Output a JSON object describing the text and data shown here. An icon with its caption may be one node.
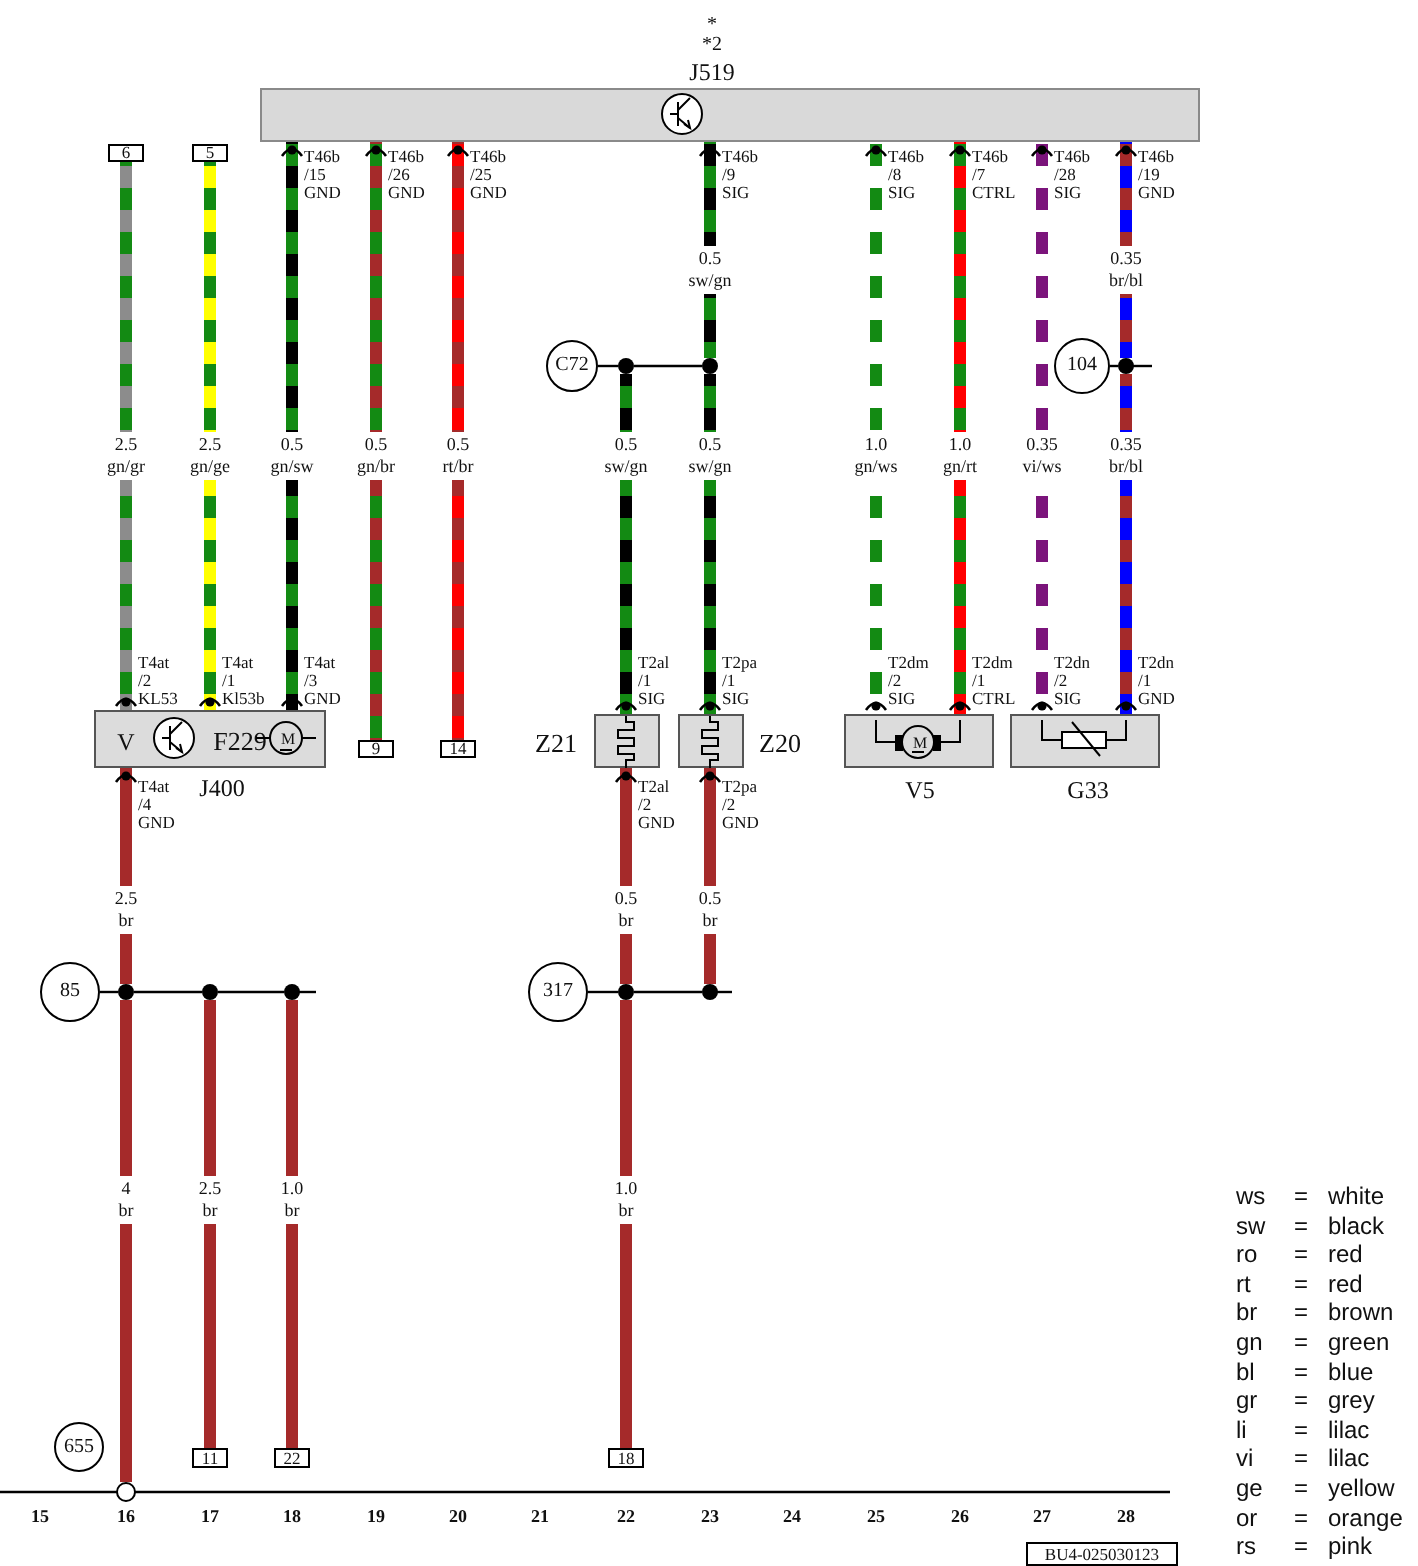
{
  "diagram": {
    "nodes": [
      {
        "text": [
          "*",
          "*2",
          "J519"
        ],
        "beside": [
          "T46b /15 GND",
          "T46b /26 GND",
          "T46b /25 GND",
          "T46b /9 SIG",
          "T46b /8 SIG",
          "T46b /7 CTRL",
          "T46b /28 SIG",
          "T46b /19 GND"
        ]
      },
      {
        "text": [
          "6"
        ]
      },
      {
        "text": [
          "5"
        ]
      },
      {
        "text": [
          "V",
          "F229",
          "M",
          "J400"
        ],
        "beside": [
          "T4at /2 KL53",
          "T4at /1 Kl53b",
          "T4at /3 GND",
          "T4at /4 GND"
        ]
      },
      {
        "text": [
          "9"
        ]
      },
      {
        "text": [
          "14"
        ]
      },
      {
        "text": [
          "C72"
        ]
      },
      {
        "text": [],
        "shape": "circle"
      },
      {
        "text": [],
        "shape": "circle"
      },
      {
        "text": [
          "104"
        ]
      },
      {
        "text": [],
        "shape": "circle"
      },
      {
        "text": [
          "Z21"
        ],
        "beside": [
          "T2al /1 SIG",
          "T2al /2 GND"
        ]
      },
      {
        "text": [
          "Z20"
        ],
        "beside": [
          "T2pa /1 SIG",
          "T2pa /2 GND"
        ]
      },
      {
        "text": [
          "M",
          "V5"
        ],
        "beside": [
          "T2dm /2 SIG",
          "T2dm /1 CTRL"
        ]
      },
      {
        "text": [
          "G33"
        ],
        "beside": [
          "T2dn /2 SIG",
          "T2dn /1 GND"
        ]
      },
      {
        "text": [
          "85"
        ]
      },
      {
        "text": [],
        "shape": "circle"
      },
      {
        "text": [],
        "shape": "circle"
      },
      {
        "text": [],
        "shape": "circle"
      },
      {
        "text": [
          "317"
        ]
      },
      {
        "text": [],
        "shape": "circle"
      },
      {
        "text": [],
        "shape": "circle"
      },
      {
        "text": [
          "655"
        ]
      },
      {
        "text": [],
        "shape": "circle"
      },
      {
        "text": [
          "11"
        ]
      },
      {
        "text": [
          "22"
        ]
      },
      {
        "text": [
          "18"
        ]
      },
      {
        "text": [
          "BU4-025030123"
        ]
      }
    ],
    "edges": [
      {
        "from": 1,
        "to": 3,
        "arrow": "none",
        "label": "2.5 gn/gr",
        "style": "thick",
        "color": "#138a13"
      },
      {
        "from": 2,
        "to": 3,
        "arrow": "none",
        "label": "2.5 gn/ge",
        "style": "thick",
        "color": "#138a13"
      },
      {
        "from": 0,
        "to": 3,
        "arrow": "none",
        "label": "0.5 gn/sw",
        "style": "thick",
        "color": "#138a13"
      },
      {
        "from": 0,
        "to": 4,
        "arrow": "none",
        "label": "0.5 gn/br",
        "style": "thick",
        "color": "#138a13"
      },
      {
        "from": 0,
        "to": 5,
        "arrow": "none",
        "label": "0.5 rt/br",
        "style": "thick",
        "color": "#ff0000"
      },
      {
        "from": 0,
        "to": 8,
        "arrow": "none",
        "label": "0.5 sw/gn",
        "style": "thick",
        "color": "#000000"
      },
      {
        "from": 6,
        "to": 7,
        "arrow": "none"
      },
      {
        "from": 7,
        "to": 8,
        "arrow": "none"
      },
      {
        "from": 7,
        "to": 11,
        "arrow": "none",
        "label": "0.5 sw/gn",
        "style": "thick",
        "color": "#000000"
      },
      {
        "from": 8,
        "to": 12,
        "arrow": "none",
        "label": "0.5 sw/gn",
        "style": "thick",
        "color": "#000000"
      },
      {
        "from": 0,
        "to": 13,
        "arrow": "none",
        "label": "1.0 gn/ws",
        "style": "thick",
        "color": "#138a13"
      },
      {
        "from": 0,
        "to": 13,
        "arrow": "none",
        "label": "1.0 gn/rt",
        "style": "thick",
        "color": "#138a13"
      },
      {
        "from": 0,
        "to": 14,
        "arrow": "none",
        "label": "0.35 vi/ws",
        "style": "thick",
        "color": "#7b147b"
      },
      {
        "from": 0,
        "to": 10,
        "arrow": "none",
        "label": "0.35 br/bl",
        "style": "thick",
        "color": "#a52a2a"
      },
      {
        "from": 9,
        "to": 10,
        "arrow": "none"
      },
      {
        "from": 10,
        "to": 14,
        "arrow": "none",
        "label": "0.35 br/bl",
        "style": "thick",
        "color": "#a52a2a"
      },
      {
        "from": 3,
        "to": 16,
        "arrow": "none",
        "label": "2.5 br",
        "style": "thick",
        "color": "#a52a2a"
      },
      {
        "from": 15,
        "to": 16,
        "arrow": "none"
      },
      {
        "from": 16,
        "to": 17,
        "arrow": "none"
      },
      {
        "from": 17,
        "to": 18,
        "arrow": "none"
      },
      {
        "from": 16,
        "to": 23,
        "arrow": "none",
        "label": "4 br",
        "style": "thick",
        "color": "#a52a2a"
      },
      {
        "from": 17,
        "to": 24,
        "arrow": "none",
        "label": "2.5 br",
        "style": "thick",
        "color": "#a52a2a"
      },
      {
        "from": 18,
        "to": 25,
        "arrow": "none",
        "label": "1.0 br",
        "style": "thick",
        "color": "#a52a2a"
      },
      {
        "from": 11,
        "to": 20,
        "arrow": "none",
        "label": "0.5 br",
        "style": "thick",
        "color": "#a52a2a"
      },
      {
        "from": 12,
        "to": 21,
        "arrow": "none",
        "label": "0.5 br",
        "style": "thick",
        "color": "#a52a2a"
      },
      {
        "from": 19,
        "to": 20,
        "arrow": "none"
      },
      {
        "from": 20,
        "to": 21,
        "arrow": "none"
      },
      {
        "from": 20,
        "to": 26,
        "arrow": "none",
        "label": "1.0 br",
        "style": "thick",
        "color": "#a52a2a"
      }
    ],
    "labels": [
      "15",
      "16",
      "17",
      "18",
      "19",
      "20",
      "21",
      "22",
      "23",
      "24",
      "25",
      "26",
      "27",
      "28",
      "ws",
      "=",
      "white",
      "sw",
      "=",
      "black",
      "ro",
      "=",
      "red",
      "rt",
      "=",
      "red",
      "br",
      "=",
      "brown",
      "gn",
      "=",
      "green",
      "bl",
      "=",
      "blue",
      "gr",
      "=",
      "grey",
      "li",
      "=",
      "lilac",
      "vi",
      "=",
      "lilac",
      "ge",
      "=",
      "yellow",
      "or",
      "=",
      "orange",
      "rs",
      "=",
      "pink"
    ]
  }
}
